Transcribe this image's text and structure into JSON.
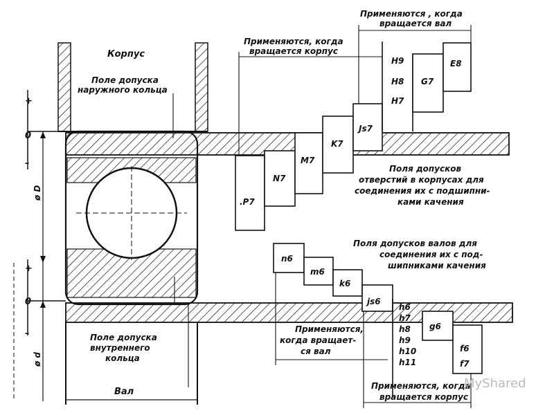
{
  "labels": {
    "housing": "Корпус",
    "shaft": "Вал",
    "outer_ring_tol_1": "Поле допуска",
    "outer_ring_tol_2": "наружного кольца",
    "inner_ring_tol_1": "Поле допуска",
    "inner_ring_tol_2": "внутреннего",
    "inner_ring_tol_3": "кольца",
    "plus_top": "+",
    "zero_top": "0",
    "minus_top": "–",
    "plus_bottom": "+",
    "zero_bottom": "0",
    "minus_bottom": "–",
    "dia_D": "ø D",
    "dia_d": "ø d"
  },
  "notes": {
    "housing_rot_1": "Применяются, когда",
    "housing_rot_2": "вращается корпус",
    "shaft_rot_top_1": "Применяются , когда",
    "shaft_rot_top_2": "вращается вал",
    "holes_1": "Поля допусков",
    "holes_2": "отверстий в корпусах для",
    "holes_3": "соединения их с подшипни-",
    "holes_4": "ками качения",
    "shafts_1": "Поля допусков валов для",
    "shafts_2": "соединения их с под-",
    "shafts_3": "шипниками качения",
    "shaft_rot_mid_1": "Применяются,",
    "shaft_rot_mid_2": "когда вращает-",
    "shaft_rot_mid_3": "ся вал",
    "housing_rot_bot_1": "Применяются, когда",
    "housing_rot_bot_2": "вращается корпус"
  },
  "hole_fits": {
    "P7": ".P7",
    "N7": "N7",
    "M7": "M7",
    "K7": "K7",
    "Js7": "Js7",
    "H9": "H9",
    "H8": "H8",
    "H7": "H7",
    "G7": "G7",
    "E8": "E8"
  },
  "shaft_fits": {
    "n6": "n6",
    "m6": "m6",
    "k6": "k6",
    "js6": "js6",
    "h6": "h6",
    "h7": "h7",
    "h8": "h8",
    "h9": "h9",
    "h10": "h10",
    "h11": "h11",
    "g6": "g6",
    "f6": "f6",
    "f7": "f7"
  },
  "watermark": "MyShared"
}
